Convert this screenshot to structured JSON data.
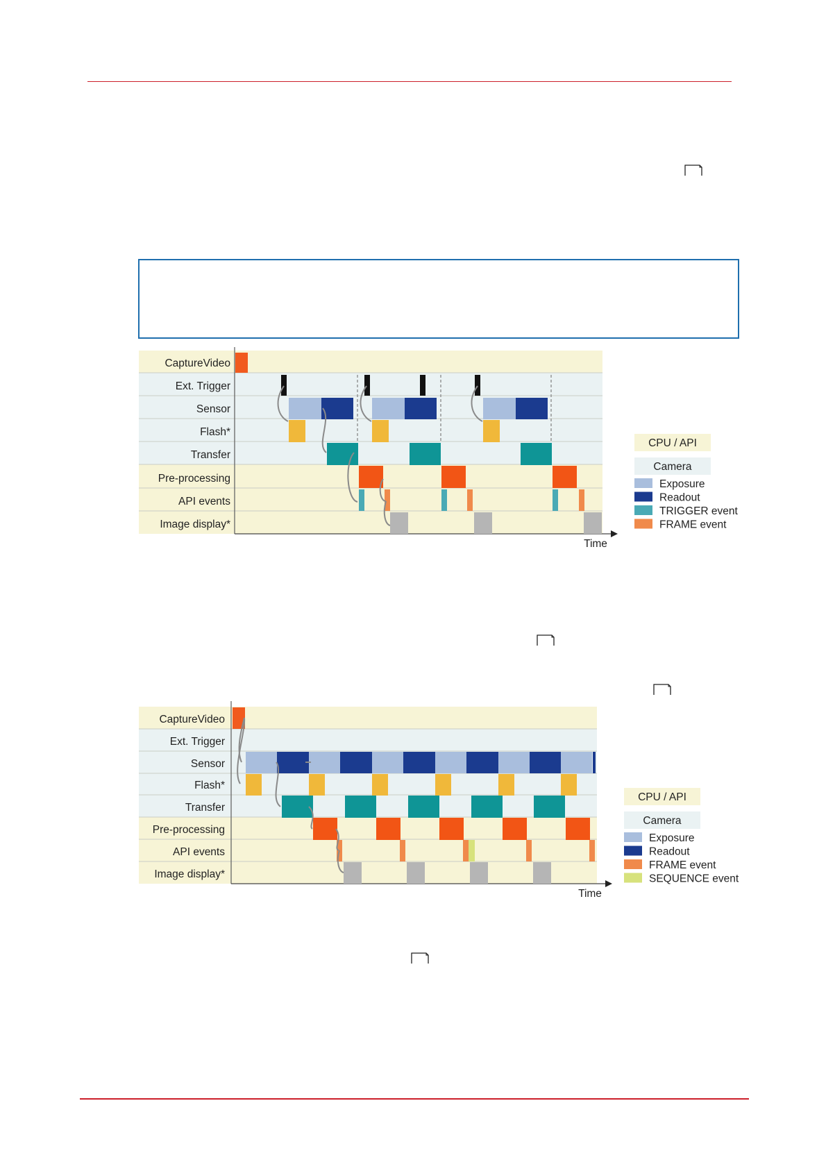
{
  "colors": {
    "cpu_band": "#f7f4d6",
    "camera_band": "#eaf2f3",
    "exposure": "#a9bedd",
    "readout": "#1b3b8f",
    "trigger_event": "#4aaab5",
    "frame_event": "#f08a4b",
    "sequence_event": "#d7e27c",
    "capture": "#f15a1e",
    "flash": "#f0b83a",
    "transfer": "#0f9596",
    "preprocessing": "#f25515",
    "display": "#b5b5b5",
    "ext_trigger": "#111111"
  },
  "diagram1": {
    "rows": [
      "CaptureVideo",
      "Ext. Trigger",
      "Sensor",
      "Flash*",
      "Transfer",
      "Pre-processing",
      "API events",
      "Image display*"
    ],
    "time_label": "Time",
    "legend": {
      "cpu": "CPU / API",
      "camera": "Camera",
      "items": [
        "Exposure",
        "Readout",
        "TRIGGER event",
        "FRAME event"
      ]
    }
  },
  "diagram2": {
    "rows": [
      "CaptureVideo",
      "Ext. Trigger",
      "Sensor",
      "Flash*",
      "Transfer",
      "Pre-processing",
      "API events",
      "Image display*"
    ],
    "time_label": "Time",
    "legend": {
      "cpu": "CPU / API",
      "camera": "Camera",
      "items": [
        "Exposure",
        "Readout",
        "FRAME event",
        "SEQUENCE event"
      ]
    }
  }
}
